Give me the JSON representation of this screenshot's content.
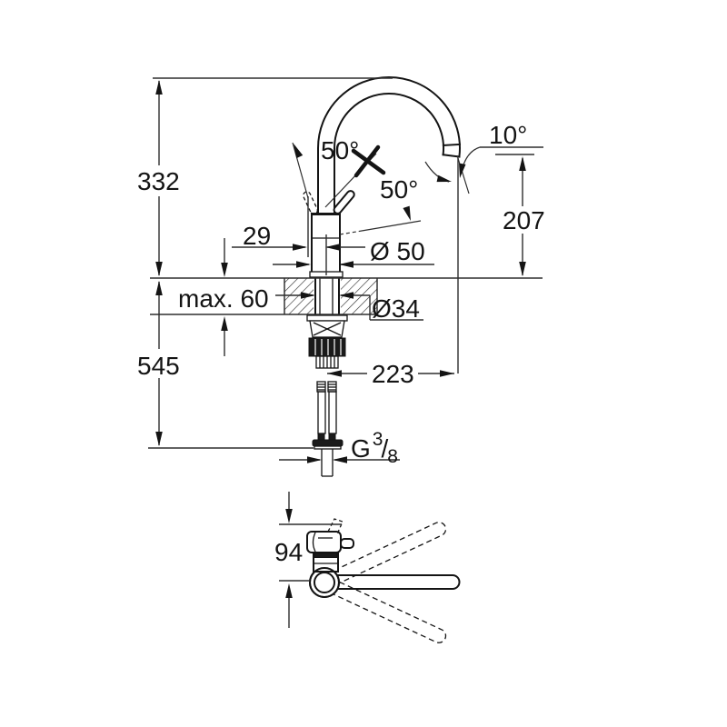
{
  "front_view": {
    "dim_total_height": "332",
    "dim_total_depth": "545",
    "dim_offset": "29",
    "dim_counter_thickness": "max. 60",
    "dim_body_diameter": "Ø 50",
    "dim_hole_diameter": "Ø34",
    "dim_projection": "223",
    "dim_spout_height": "207",
    "angle_handle_left": "50°",
    "angle_handle_right": "50°",
    "angle_spout": "10°",
    "thread": {
      "prefix": "G",
      "numerator": "3",
      "slash": "/",
      "denominator": "8"
    }
  },
  "top_view": {
    "dim_handle_projection": "94"
  },
  "colors": {
    "line": "#141414",
    "dimension_line": "#2e2e2e",
    "background": "#ffffff"
  }
}
